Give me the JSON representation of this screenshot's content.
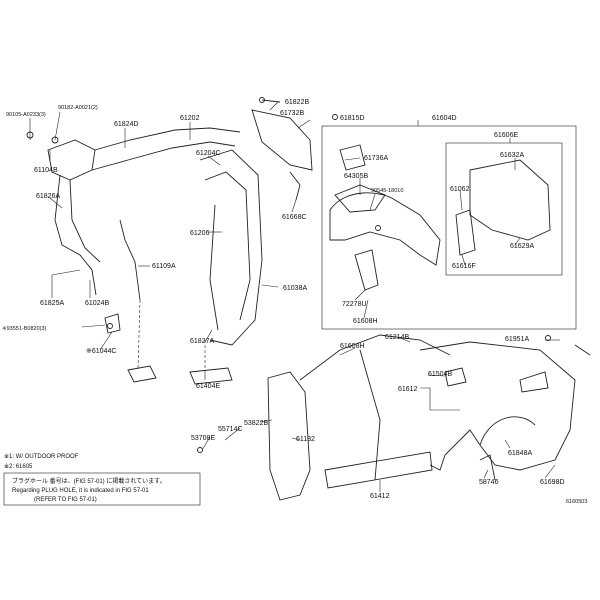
{
  "labels": {
    "p90105_a0233": "90105-A0233(3)",
    "p90182_a0021": "90182-A0021(2)",
    "p61824d": "61824D",
    "p61202": "61202",
    "p61822b": "61822B",
    "p61732b": "61732B",
    "p61815d": "61815D",
    "p61604d": "61604D",
    "p61104b": "61104B",
    "p61204c": "61204C",
    "p61736a": "61736A",
    "p61606e": "61606E",
    "p61632a": "61632A",
    "p61826a": "61826A",
    "p64305b": "64305B",
    "p90545": "90545-18010",
    "p61062": "61062",
    "p61668c": "61668C",
    "p61206": "61206",
    "p61629a": "61629A",
    "p61616f": "61616F",
    "p61109a": "61109A",
    "p61825a": "61825A",
    "p61024b": "61024B",
    "p61038a": "61038A",
    "p72278u": "72278U",
    "p61608h_a": "61608H",
    "p93551": "※93551-B0820(3)",
    "p61044c": "※61044C",
    "p61827a": "61827A",
    "p61608h_b": "61608H",
    "p61214b": "61214B",
    "p61951a": "61951A",
    "p61404e": "61404E",
    "p61504b": "61504B",
    "p61612": "61612",
    "p53822b": "53822B",
    "p55714c": "55714C",
    "p61132": "61132",
    "p53708e": "53708E",
    "p61848a": "61848A",
    "p58746": "58746",
    "p61698d": "61698D",
    "p61412": "61412",
    "drawing_no": "6160503"
  },
  "notes": {
    "legend1": "※1: W/ OUTDOOR PROOF",
    "legend2": "※2: 61605",
    "box_line1": "プラグホール 番号は、(FIG 57-01) に掲載されています。",
    "box_line2": "Regarding PLUG HOLE, it is indicated in FIG 57-01",
    "box_line3": "(REFER TO FIG 57-01)"
  }
}
